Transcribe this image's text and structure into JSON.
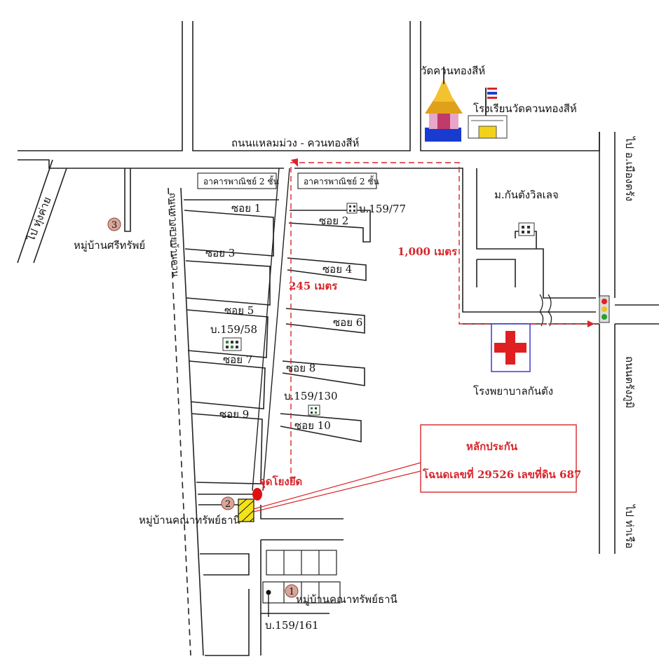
{
  "roads": {
    "main_top": "ถนนแหลมม่วง - ควนทองสีห์",
    "right_vertical": "ถนนตรังภูมิ",
    "to_top_right": "ไป อ.เมืองตรัง",
    "to_bottom_right": "ไป ท่าเรือ",
    "to_left": "ไป ทุ่งค่าย",
    "left_vertical": "ถนนทางสายบ้านควน"
  },
  "landmarks": {
    "temple": "วัดควนทองสีห์",
    "school": "โรงเรียนวัดควนทองสีห์",
    "college": "ม.กันตังวิลเลจ",
    "hospital": "โรงพยาบาลกันตัง",
    "building_left": "อาคารพาณิชย์ 2 ชั้น",
    "building_right": "อาคารพาณิชย์ 2 ชั้น"
  },
  "sois": {
    "s1": "ซอย 1",
    "s2": "ซอย 2",
    "s3": "ซอย 3",
    "s4": "ซอย 4",
    "s5": "ซอย 5",
    "s6": "ซอย 6",
    "s7": "ซอย 7",
    "s8": "ซอย 8",
    "s9": "ซอย 9",
    "s10": "ซอย 10"
  },
  "houses": {
    "h77": "บ.159/77",
    "h58": "บ.159/58",
    "h130": "บ.159/130",
    "h161": "บ.159/161"
  },
  "villages": {
    "v1_num": "1",
    "v1_name": "หมู่บ้านคณาทรัพย์ธานี",
    "v2_num": "2",
    "v2_name": "หมู่บ้านคณาทรัพย์ธานี",
    "v3_num": "3",
    "v3_name": "หมู่บ้านศรีทรัพย์"
  },
  "distances": {
    "d1000": "1,000 เมตร",
    "d245": "245 เมตร"
  },
  "collateral": {
    "title": "หลักประกัน",
    "detail": "โฉนดเลขที่ 29526 เลขที่ดิน 687",
    "point_label": "จุดโยงยึด"
  },
  "colors": {
    "red": "#d8262b",
    "cross": "#e02020",
    "hospital_border": "#3a3ad0",
    "plot_fill": "#f2e21a",
    "marker_fill": "#d9a59a"
  },
  "icons": {
    "temple": "temple-icon",
    "school": "school-icon",
    "hospital": "hospital-cross-icon",
    "traffic_light": "traffic-light-icon",
    "building": "building-icon",
    "location_pin": "location-pin-icon"
  }
}
